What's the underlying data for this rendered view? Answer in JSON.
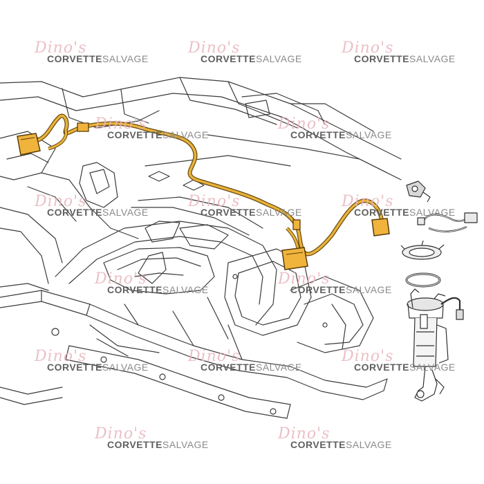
{
  "watermark": {
    "script": "Dino's",
    "brand_bold": "CORVETTE",
    "brand_light": "SALVAGE"
  },
  "colors": {
    "harness": "#e8b33a",
    "harness_outline": "#6b4a10",
    "connector": "#f0b43c",
    "line_art": "#3a3a3a",
    "watermark_script": "#e8b4bd",
    "watermark_text": "#6f6f6f"
  }
}
